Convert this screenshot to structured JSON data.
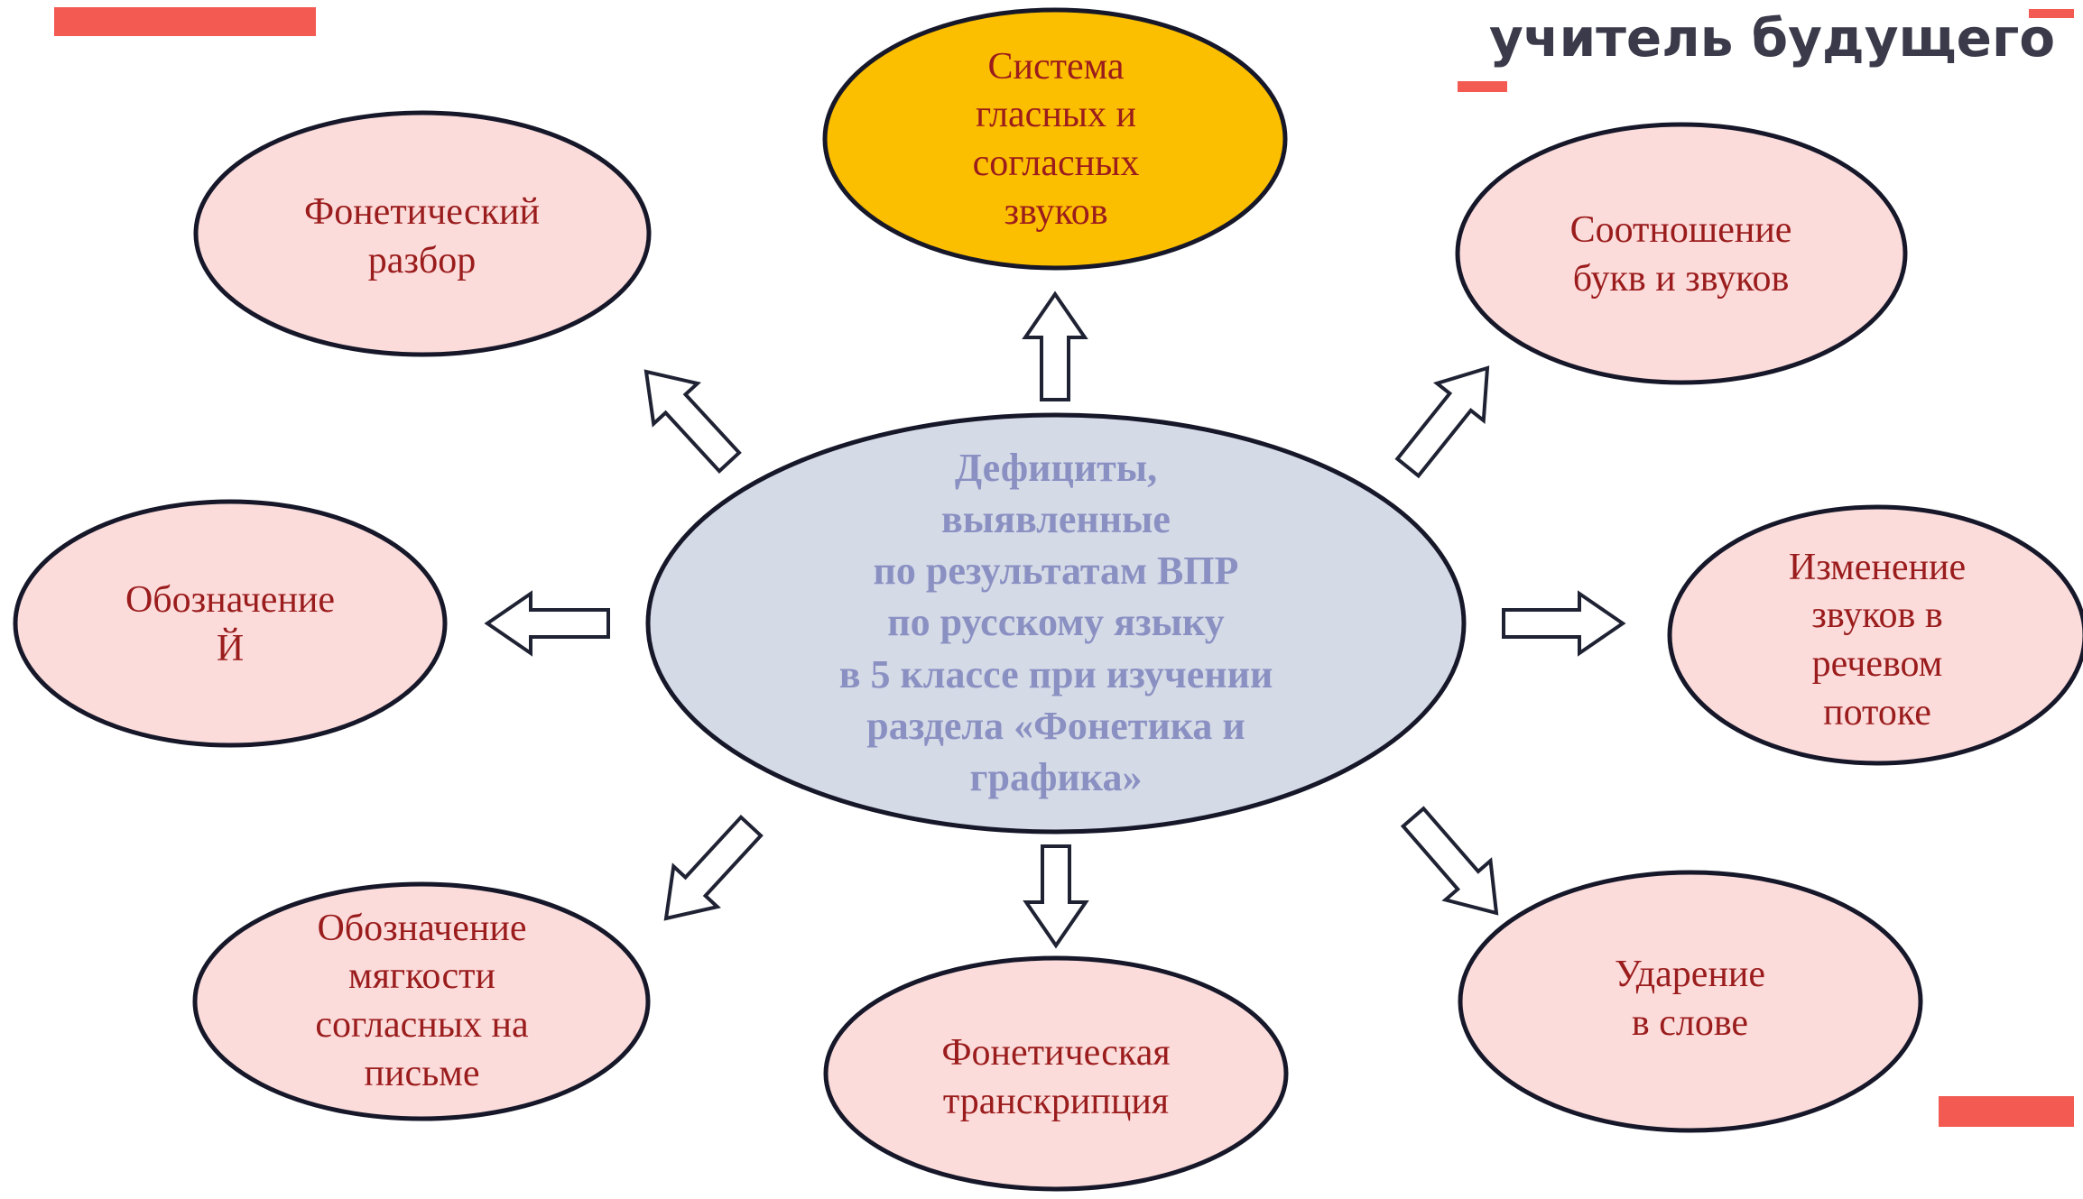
{
  "brand": {
    "logo_text": "учитель будущего",
    "accent_color": "#f25a52",
    "text_color": "#3a3a4a"
  },
  "colors": {
    "outer_fill": "#fcdcdb",
    "highlight_fill": "#fcbf00",
    "center_fill": "#d5dae7",
    "oval_stroke": "#16182a",
    "outer_text": "#9a1c1c",
    "center_text": "#8a91c2",
    "arrow_fill": "#ffffff",
    "arrow_stroke": "#1f2233"
  },
  "center": {
    "text": "Дефициты,\nвыявленные\nпо результатам ВПР\nпо русскому языку\nв 5 классе при изучении\nраздела «Фонетика и\nграфика»"
  },
  "topics": [
    {
      "id": "vowels-consonants",
      "text": "Система\nгласных и\nсогласных\nзвуков",
      "highlighted": true
    },
    {
      "id": "letters-sounds",
      "text": "Соотношение\nбукв и звуков",
      "highlighted": false
    },
    {
      "id": "sound-change",
      "text": "Изменение\nзвуков в\nречевом\nпотоке",
      "highlighted": false
    },
    {
      "id": "stress",
      "text": "Ударение\nв слове",
      "highlighted": false
    },
    {
      "id": "transcription",
      "text": "Фонетическая\nтранскрипция",
      "highlighted": false
    },
    {
      "id": "softness",
      "text": "Обозначение\nмягкости\nсогласных на\nписьме",
      "highlighted": false
    },
    {
      "id": "letter-y",
      "text": "Обозначение\nЙ",
      "highlighted": false
    },
    {
      "id": "phonetic-analysis",
      "text": "Фонетический\nразбор",
      "highlighted": false
    }
  ]
}
